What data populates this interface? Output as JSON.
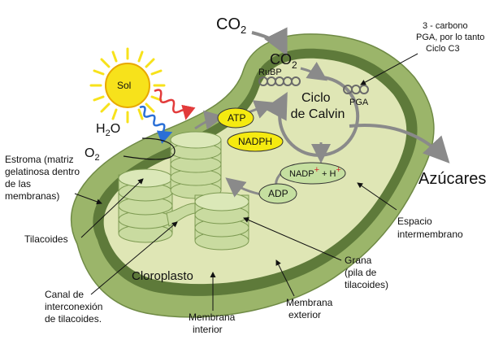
{
  "labels": {
    "co2_top": "CO",
    "co2_top_sub": "2",
    "co2_inner": "CO",
    "co2_inner_sub": "2",
    "pga_note": [
      "3 - carbono",
      "PGA, por lo tanto",
      "Ciclo C3"
    ],
    "sol": "Sol",
    "rubp": "RuBP",
    "pga": "PGA",
    "ciclo": [
      "Ciclo",
      "de Calvin"
    ],
    "atp": "ATP",
    "nadph": "NADPH",
    "h2o": "H",
    "h2o_sub": "2",
    "h2o_end": "O",
    "o2": "O",
    "o2_sub": "2",
    "estroma": [
      "Estroma (matriz",
      "gelatinosa dentro",
      "de las",
      "membranas)"
    ],
    "nadp": "NADP",
    "nadp_plus": "+",
    "nadp_h": " + H",
    "nadp_h_plus": "+",
    "adp": "ADP",
    "azucares": "Azúcares",
    "espacio": [
      "Espacio",
      "intermembrano"
    ],
    "tilacoides": "Tilacoides",
    "grana": [
      "Grana",
      "(pila de",
      "tilacoides)"
    ],
    "cloroplasto": "Cloroplasto",
    "canal": [
      "Canal de",
      "interconexión",
      "de tilacoides."
    ],
    "membrana_interior": [
      "Membrana",
      "interior"
    ],
    "membrana_exterior": [
      "Membrana",
      "exterior"
    ]
  },
  "colors": {
    "outer_membrane": "#9bb56a",
    "inner_band": "#5e7a3a",
    "stroma": "#dfe6b5",
    "thylakoid": "#c9dba0",
    "sun": "#f7e21b",
    "pill_yellow": "#f5ea10",
    "pill_green": "#c5dfa0",
    "arrow_grey": "#8a8a8a"
  }
}
